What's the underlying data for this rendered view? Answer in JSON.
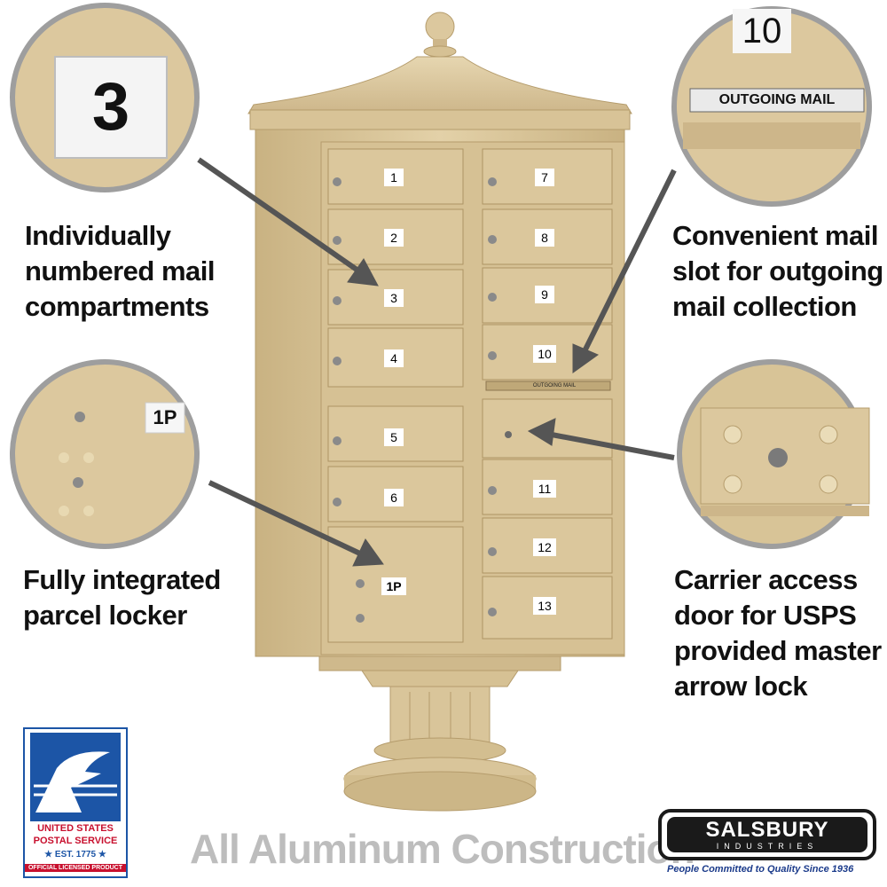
{
  "callouts": {
    "numbered": [
      "Individually",
      "numbered mail",
      "compartments"
    ],
    "outgoing": [
      "Convenient mail",
      "slot for outgoing",
      "mail collection"
    ],
    "parcel": [
      "Fully integrated",
      "parcel locker"
    ],
    "carrier": [
      "Carrier access",
      "door for USPS",
      "provided master",
      "arrow lock"
    ]
  },
  "zoom_labels": {
    "number_tag": "3",
    "top_number": "10",
    "outgoing_plate": "OUTGOING MAIL",
    "parcel_tag": "1P"
  },
  "mailbox": {
    "left_doors": [
      "1",
      "2",
      "3",
      "4",
      "5",
      "6"
    ],
    "right_doors": [
      "7",
      "8",
      "9",
      "10"
    ],
    "right_lower_doors": [
      "11",
      "12",
      "13"
    ],
    "parcel_label": "1P",
    "outgoing_label": "OUTGOING MAIL"
  },
  "badge": {
    "line1": "UNITED STATES",
    "line2": "POSTAL SERVICE",
    "line3": "★ EST. 1775 ★",
    "line4": "OFFICIAL LICENSED PRODUCT"
  },
  "footer": {
    "headline": "All Aluminum Construction",
    "brand": "SALSBURY",
    "brand_sub": "INDUSTRIES",
    "tagline": "People Committed to Quality Since 1936"
  },
  "colors": {
    "sand": "#d9c49a",
    "usps_blue": "#1c55a6",
    "usps_red": "#c8102e"
  }
}
